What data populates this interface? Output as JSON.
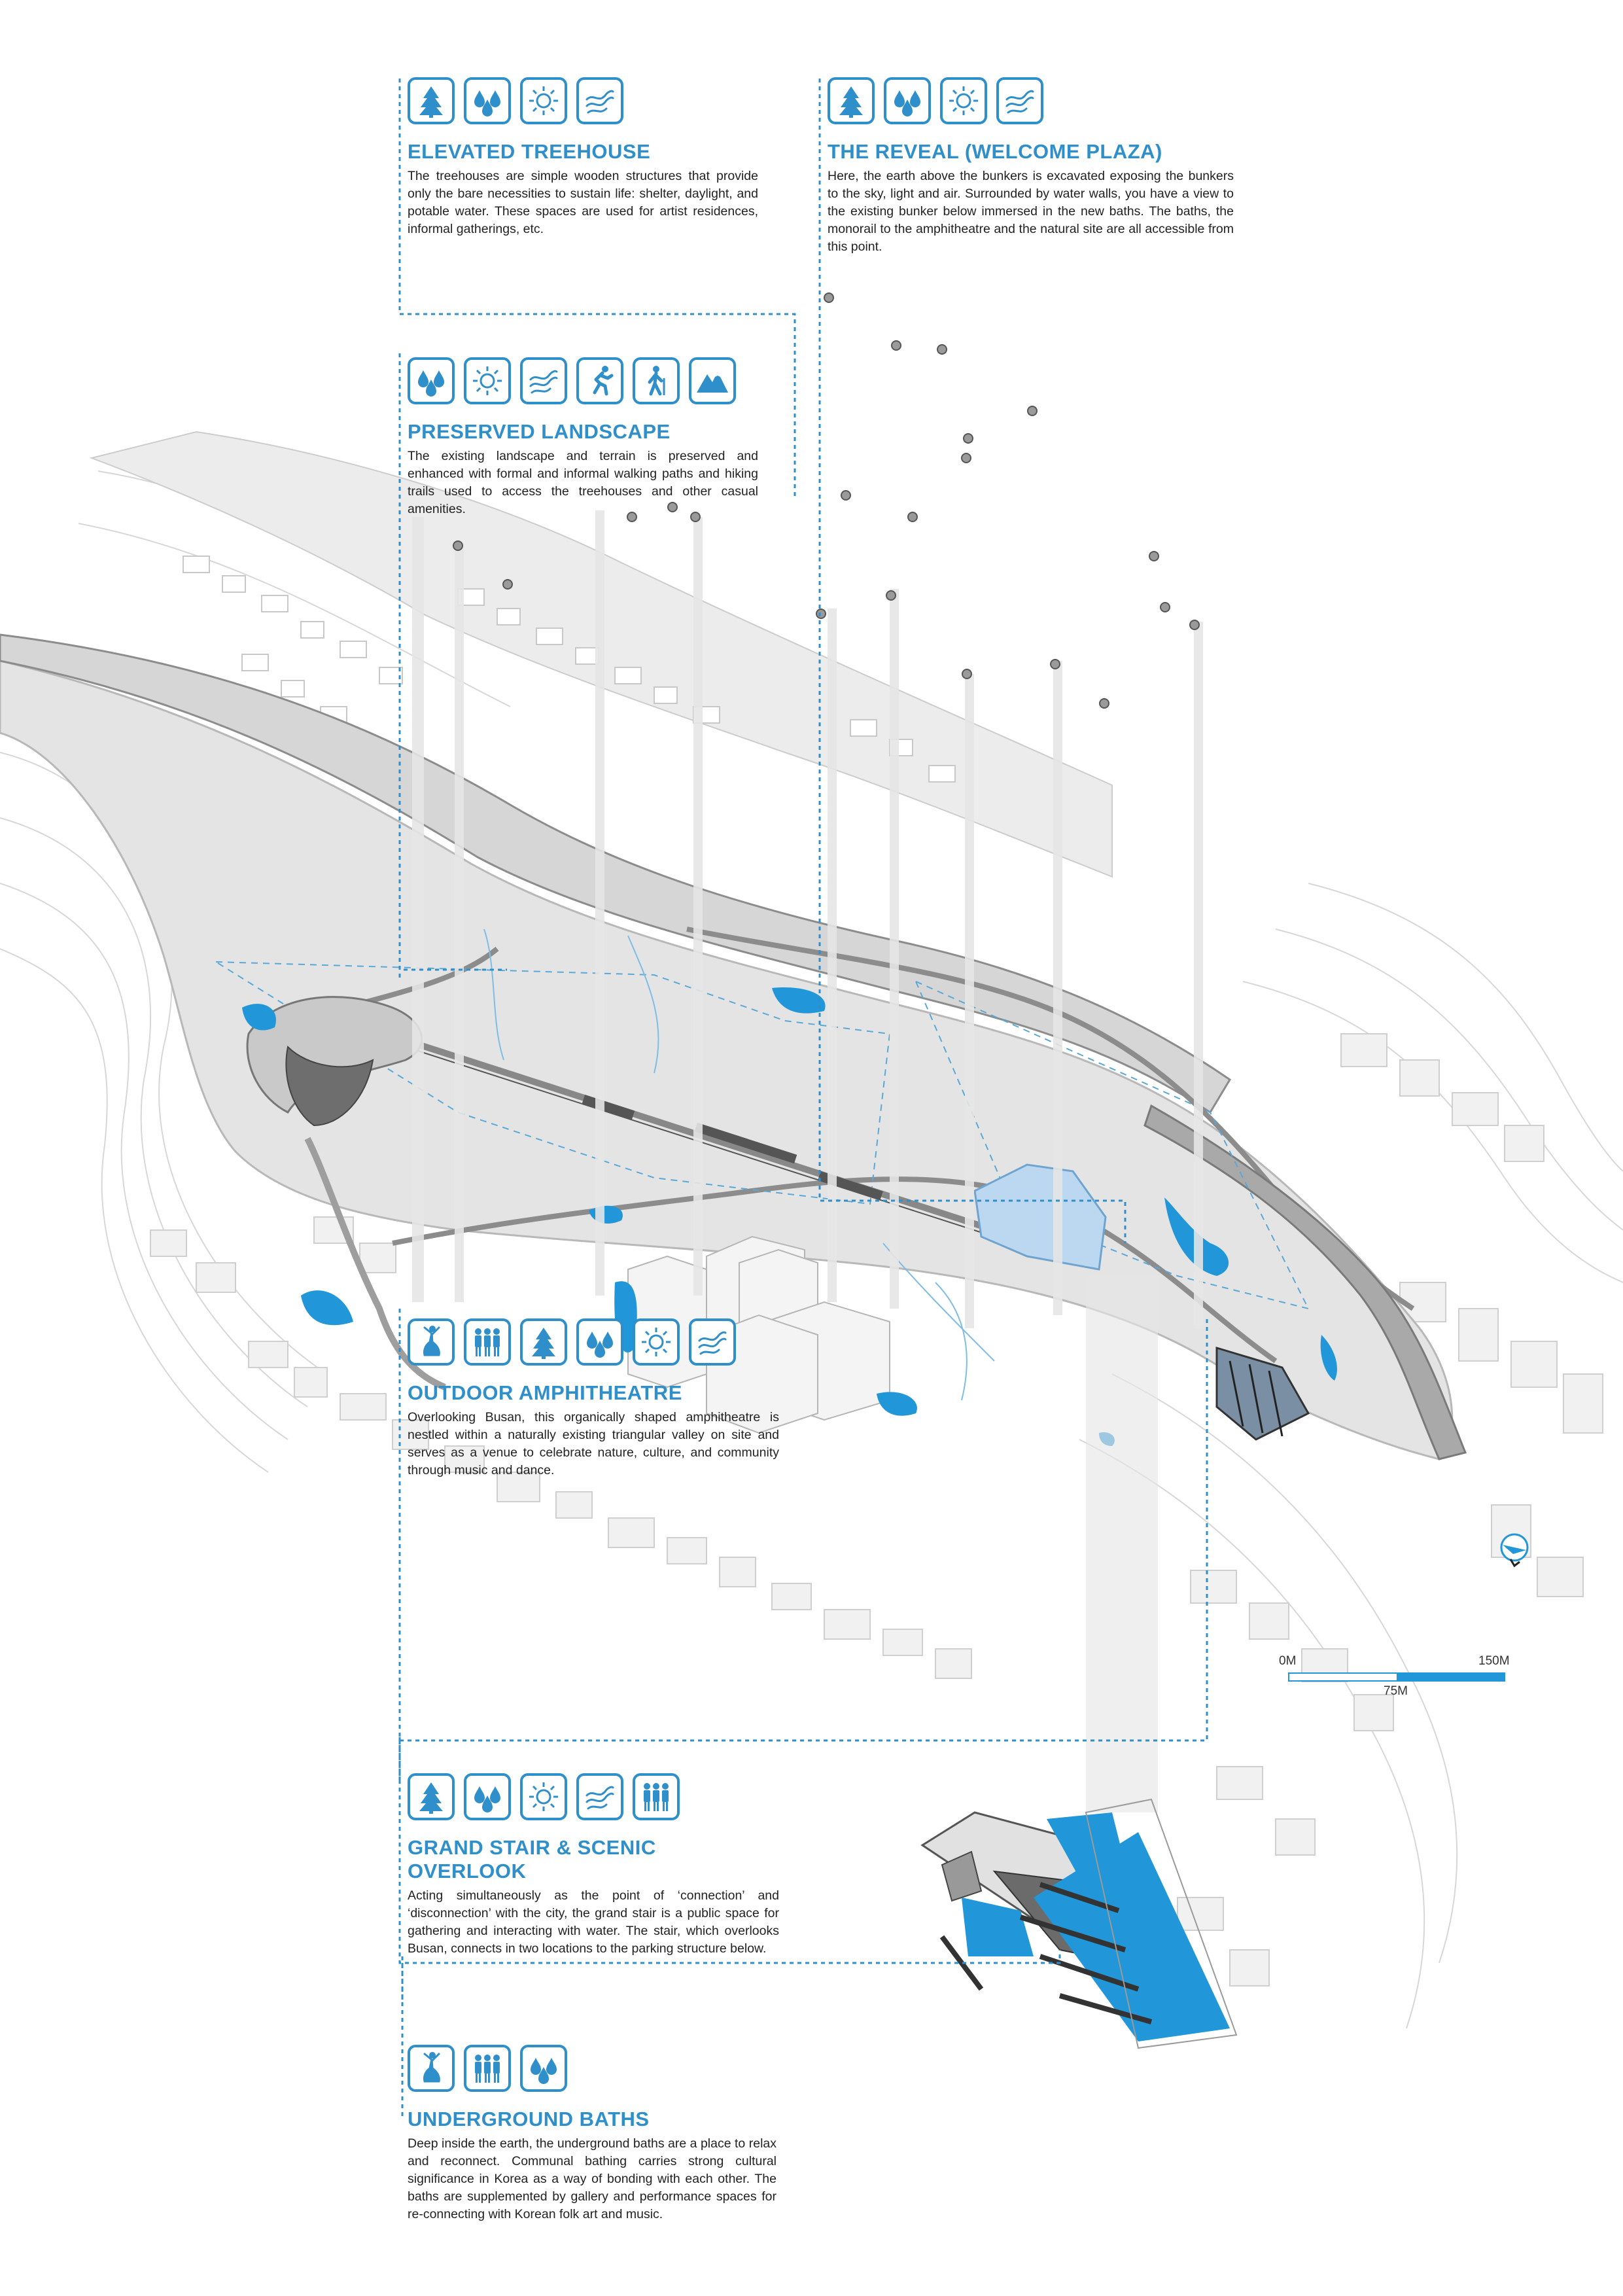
{
  "palette": {
    "accent": "#2f8fca",
    "water": "#2196d8",
    "terrain_dark": "#8c8c8c",
    "terrain_light": "#e4e4e4"
  },
  "sections": [
    {
      "id": "elevated-treehouse",
      "icons": [
        "tree-icon",
        "water-drops-icon",
        "sun-icon",
        "wind-icon"
      ],
      "title": "ELEVATED TREEHOUSE",
      "description": "The treehouses are simple wooden structures that provide only the bare necessities to sustain life: shelter, daylight, and potable water. These spaces are used for artist residences, informal gatherings, etc."
    },
    {
      "id": "the-reveal",
      "icons": [
        "tree-icon",
        "water-drops-icon",
        "sun-icon",
        "wind-icon"
      ],
      "title": "THE REVEAL (WELCOME PLAZA)",
      "description": "Here, the earth above the bunkers is excavated exposing the bunkers to the sky, light and air. Surrounded by water walls, you have a view to the existing bunker below immersed in the new baths. The baths, the monorail to the amphitheatre and the natural site are all accessible from this point."
    },
    {
      "id": "preserved-landscape",
      "icons": [
        "water-drops-icon",
        "sun-icon",
        "wind-icon",
        "running-icon",
        "hiker-icon",
        "mountain-icon"
      ],
      "title": "PRESERVED LANDSCAPE",
      "description": "The existing landscape and terrain is preserved and enhanced with formal and informal walking paths and hiking trails used to access the treehouses and other casual amenities."
    },
    {
      "id": "outdoor-amphitheatre",
      "icons": [
        "dancer-icon",
        "people-group-icon",
        "tree-icon",
        "water-drops-icon",
        "sun-icon",
        "wind-icon"
      ],
      "title": "OUTDOOR AMPHITHEATRE",
      "description": "Overlooking Busan, this organically shaped amphitheatre is nestled within a naturally existing triangular valley on site and serves as a venue to celebrate nature, culture, and community through music and dance."
    },
    {
      "id": "grand-stair",
      "icons": [
        "tree-icon",
        "water-drops-icon",
        "sun-icon",
        "wind-icon",
        "people-group-icon"
      ],
      "title": "GRAND STAIR & SCENIC OVERLOOK",
      "description": "Acting simultaneously as the point of ‘connection’ and ‘disconnection’ with the city, the grand stair is a public space for gathering and interacting with water. The stair, which overlooks Busan, connects in two locations to the parking structure below."
    },
    {
      "id": "underground-baths",
      "icons": [
        "dancer-icon",
        "people-group-icon",
        "water-drops-icon"
      ],
      "title": "UNDERGROUND BATHS",
      "description": "Deep inside the earth, the underground baths are a place to relax and reconnect. Communal bathing carries strong cultural significance in Korea as a way of bonding with each other. The baths are supplemented by gallery and performance spaces for re-connecting with Korean folk art and music."
    }
  ],
  "scale_bar": {
    "label_start": "0M",
    "label_mid": "75M",
    "label_end": "150M"
  },
  "north_arrow": {
    "icon": "north-arrow-icon"
  }
}
